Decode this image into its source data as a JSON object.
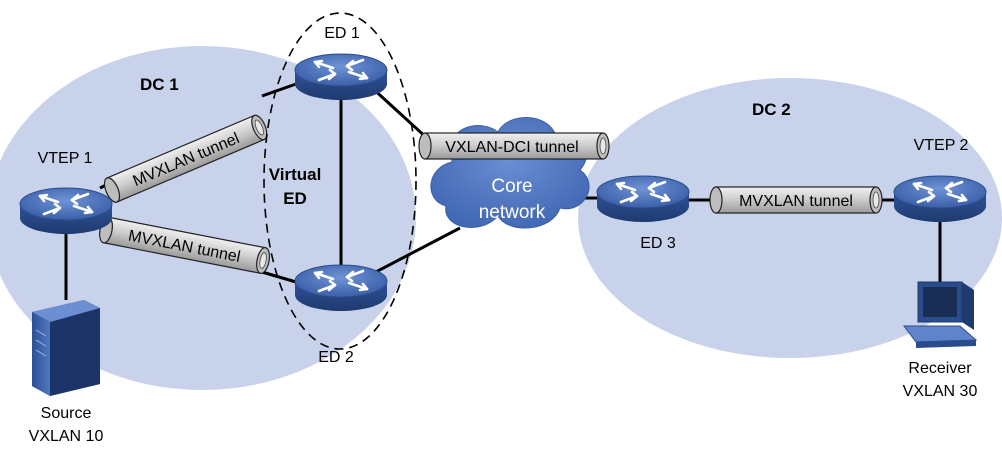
{
  "regions": {
    "dc1": {
      "label": "DC 1"
    },
    "dc2": {
      "label": "DC 2"
    },
    "virtual_ed": {
      "label_line1": "Virtual",
      "label_line2": "ED"
    }
  },
  "devices": {
    "ed1": {
      "label": "ED 1"
    },
    "ed2": {
      "label": "ED 2"
    },
    "ed3": {
      "label": "ED 3"
    },
    "vtep1": {
      "label": "VTEP 1"
    },
    "vtep2": {
      "label": "VTEP 2"
    },
    "source": {
      "line1": "Source",
      "line2": "VXLAN 10"
    },
    "receiver": {
      "line1": "Receiver",
      "line2": "VXLAN 30"
    }
  },
  "core": {
    "line1": "Core",
    "line2": "network"
  },
  "tunnels": {
    "vtep1_ed1": "MVXLAN tunnel",
    "vtep1_ed2": "MVXLAN tunnel",
    "dci": "VXLAN-DCI tunnel",
    "ed3_vtep2": "MVXLAN tunnel"
  },
  "colors": {
    "dc_fill": "#c8d3eb",
    "router_blue": "#3f67b5",
    "router_dark": "#2b4c8c",
    "cloud_blue": "#4d73c2",
    "tunnel_fill": "#d0d0d0"
  }
}
